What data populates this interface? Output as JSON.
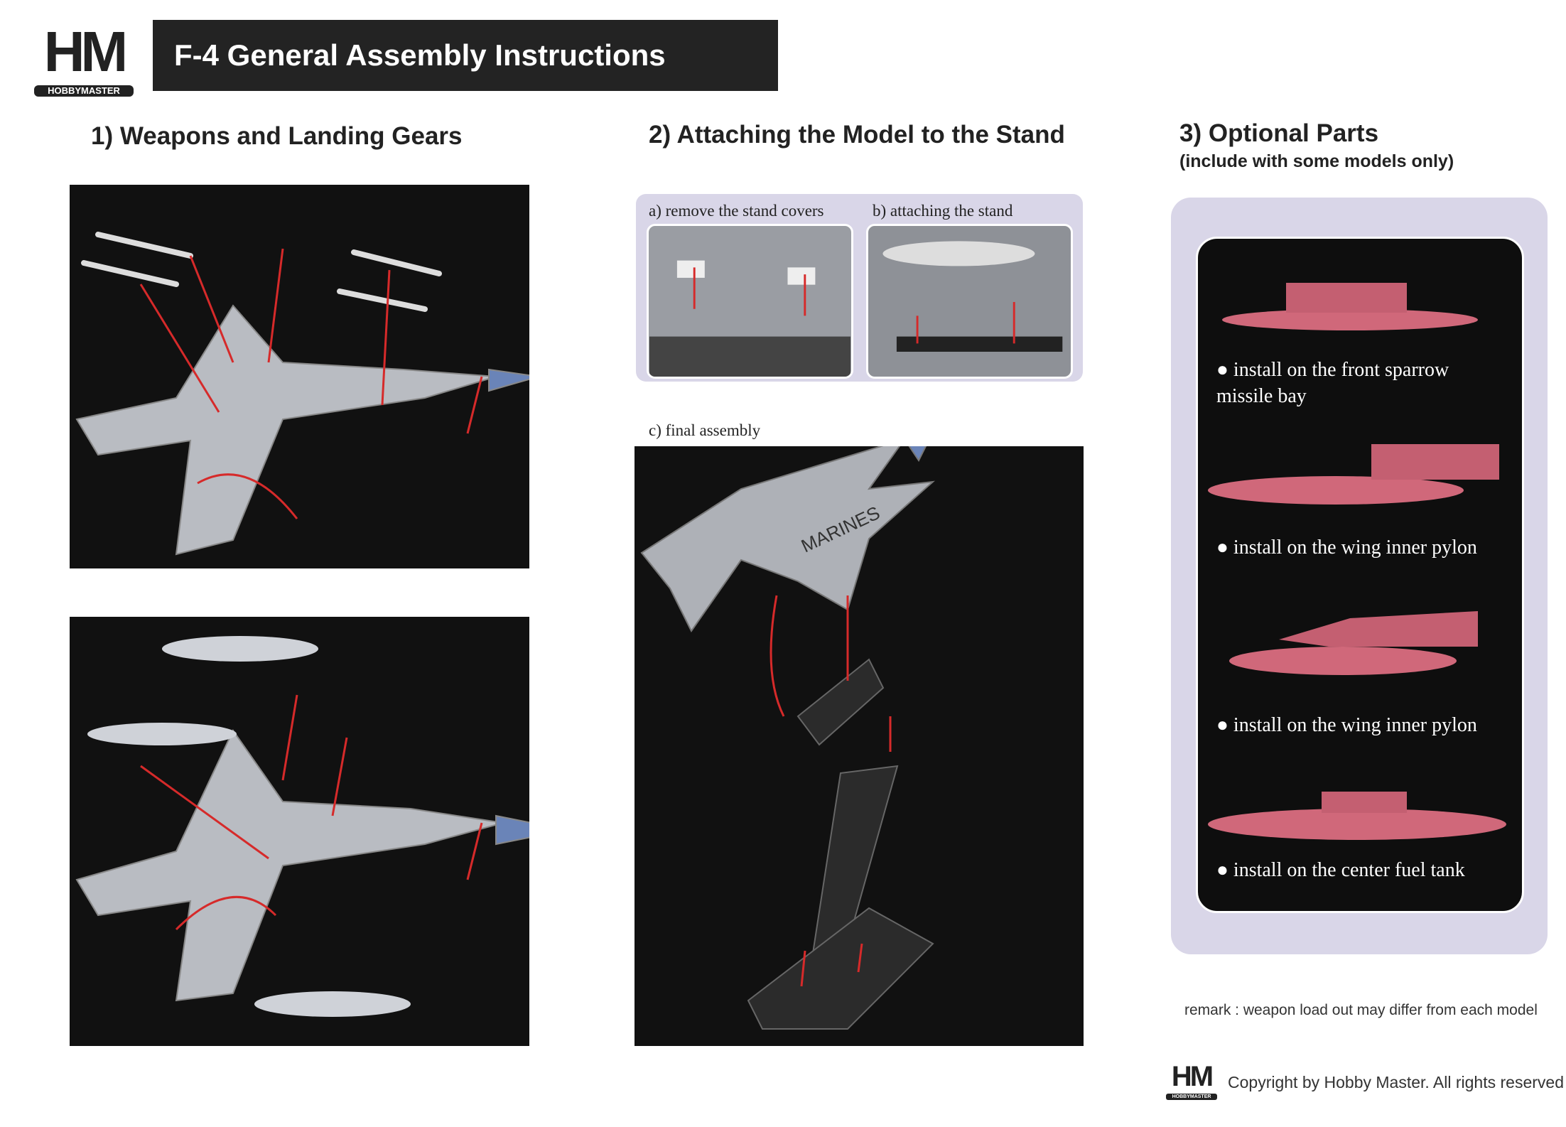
{
  "header": {
    "logo_text": "HM",
    "logo_sub": "HOBBYMASTER",
    "title": "F-4 General Assembly Instructions"
  },
  "sections": {
    "s1": {
      "heading": "1) Weapons and Landing Gears"
    },
    "s2": {
      "heading": "2) Attaching the Model to the Stand",
      "a": "a) remove the stand covers",
      "b": "b) attaching the stand",
      "c": "c) final assembly",
      "markings": "MARINES"
    },
    "s3": {
      "heading": "3)  Optional Parts",
      "subheading": "(include with some models only)",
      "items": [
        {
          "label": "install on the front sparrow missile bay"
        },
        {
          "label": "install on the wing inner pylon"
        },
        {
          "label": "install on the wing inner pylon"
        },
        {
          "label": "install on the center fuel tank"
        }
      ]
    }
  },
  "footer": {
    "remark": "remark : weapon load out may differ from each model",
    "copyright": "Copyright by Hobby Master. All rights reserved"
  },
  "colors": {
    "part": "#d0687a",
    "arrow": "#d62a2a",
    "panel": "#111111",
    "lavender": "#d9d6e8"
  }
}
